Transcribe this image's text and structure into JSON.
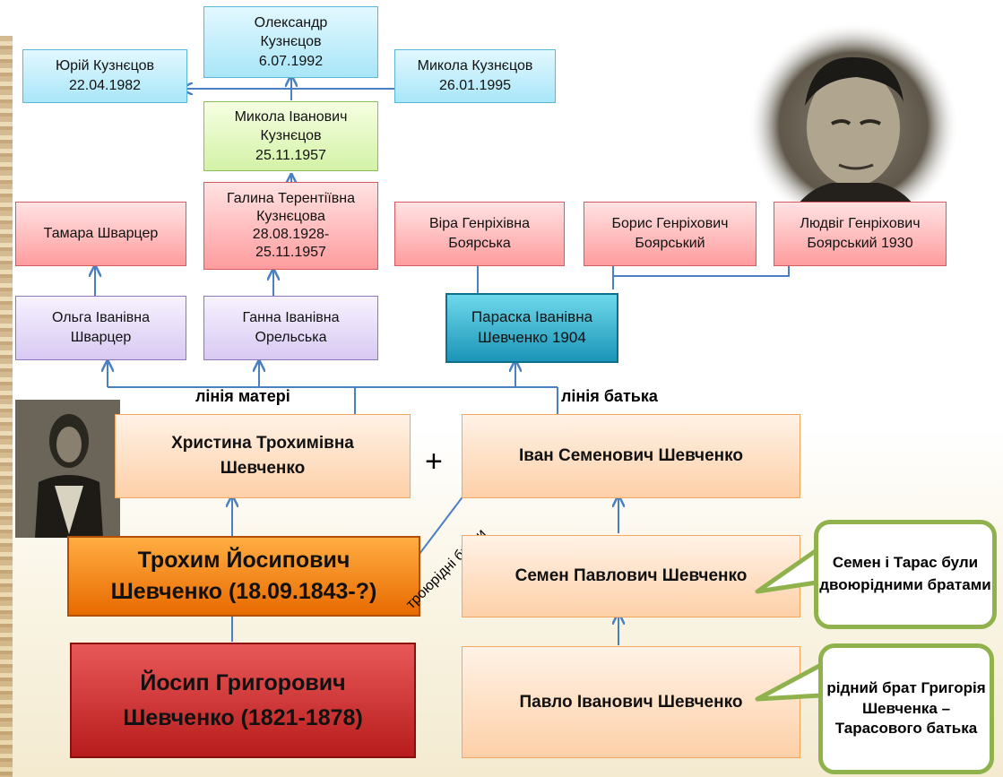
{
  "generation1": {
    "yuriy": {
      "name": "Юрій Кузнєцов",
      "date": "22.04.1982"
    },
    "oleksandr": {
      "line1": "Олександр",
      "line2": "Кузнєцов",
      "date": "6.07.1992"
    },
    "mykola": {
      "name": "Микола Кузнєцов",
      "date": "26.01.1995"
    }
  },
  "generation2": {
    "mykola_ivanovych": {
      "line1": "Микола Іванович",
      "line2": "Кузнєцов",
      "date": "25.11.1957"
    }
  },
  "generation3": {
    "tamara": {
      "name": "Тамара Шварцер"
    },
    "galyna": {
      "line1": "Галина Терентіївна",
      "line2": "Кузнєцова",
      "line3": "28.08.1928-",
      "line4": "25.11.1957"
    },
    "vira": {
      "line1": "Віра Генріхівна",
      "line2": "Боярська"
    },
    "borys": {
      "line1": "Борис Генріхович",
      "line2": "Боярський"
    },
    "lyudvig": {
      "line1": "Людвіг Генріхович",
      "line2": "Боярський 1930"
    }
  },
  "generation4": {
    "olga": {
      "line1": "Ольга  Іванівна",
      "line2": "Шварцер"
    },
    "ganna": {
      "line1": "Ганна Іванівна",
      "line2": "Орельська"
    },
    "paraska": {
      "line1": "Параска Іванівна",
      "line2": "Шевченко 1904"
    }
  },
  "labels": {
    "mother_line": "лінія матері",
    "father_line": "лінія батька",
    "plus": "+",
    "cousins": "троюрідні брати"
  },
  "parents": {
    "khrystyna": {
      "line1": "Христина Трохимівна",
      "line2": "Шевченко"
    },
    "ivan": {
      "name": "Іван Семенович Шевченко"
    }
  },
  "ancestors": {
    "trokhym": {
      "line1": "Трохим Йосипович",
      "line2": "Шевченко (18.09.1843-?)"
    },
    "semen": {
      "name": "Семен Павлович Шевченко"
    },
    "yosyp": {
      "line1": "Йосип Григорович",
      "line2": "Шевченко (1821-1878)"
    },
    "pavlo": {
      "name": "Павло Іванович Шевченко"
    }
  },
  "callouts": {
    "semen_taras": {
      "line1": "Семен і Тарас",
      "line2": "були",
      "line3": "двоюрідними",
      "line4": "братами"
    },
    "brother": {
      "line1": "рідний брат",
      "line2": "Григорія",
      "line3": "Шевченка –",
      "line4": "Тарасового",
      "line5": "батька"
    }
  },
  "colors": {
    "connector": "#4a7fc1",
    "callout_border": "#8fb24c"
  }
}
